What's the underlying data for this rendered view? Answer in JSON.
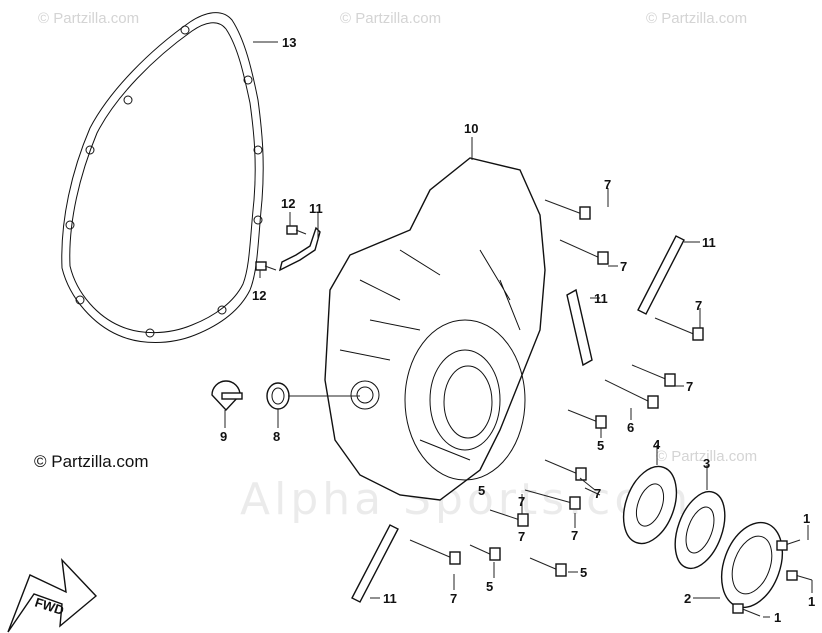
{
  "watermarks": {
    "top_left": "© Partzilla.com",
    "top_center": "© Partzilla.com",
    "top_right": "© Partzilla.com",
    "mid_right": "© Partzilla.com",
    "copyright": "© Partzilla.com",
    "center_brand": "Alpha Sports.com"
  },
  "forward_arrow": {
    "label": "FWD"
  },
  "callouts": {
    "c1a": "1",
    "c1b": "1",
    "c1c": "1",
    "c2": "2",
    "c3": "3",
    "c4": "4",
    "c5a": "5",
    "c5b": "5",
    "c5c": "5",
    "c5d": "5",
    "c6": "6",
    "c7a": "7",
    "c7b": "7",
    "c7c": "7",
    "c7d": "7",
    "c7e": "7",
    "c7f": "7",
    "c7g": "7",
    "c7h": "7",
    "c7i": "7",
    "c8": "8",
    "c9": "9",
    "c10": "10",
    "c11a": "11",
    "c11b": "11",
    "c11c": "11",
    "c11d": "11",
    "c12a": "12",
    "c12b": "12",
    "c13": "13"
  }
}
